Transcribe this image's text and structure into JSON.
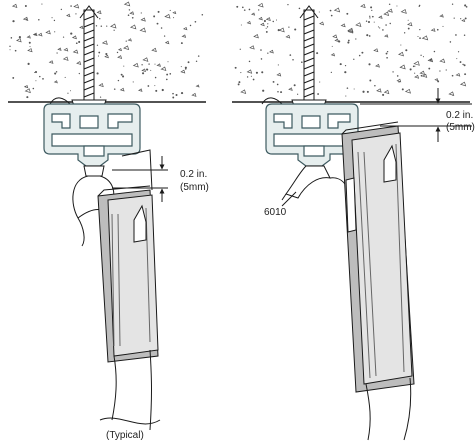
{
  "diagram": {
    "left_assembly": {
      "dimension_inches": "0.2 in.",
      "dimension_mm": "(5mm)",
      "caption": "(Typical)"
    },
    "right_assembly": {
      "dimension_inches": "0.2 in.",
      "dimension_mm": "(5mm)",
      "part_number": "6010"
    },
    "colors": {
      "line": "#1a1a1a",
      "bracket_fill": "#e6eeee",
      "bracket_stroke": "#3d5a60",
      "panel_fill": "#bdbdbd",
      "panel_light": "#e4e4e4"
    }
  }
}
